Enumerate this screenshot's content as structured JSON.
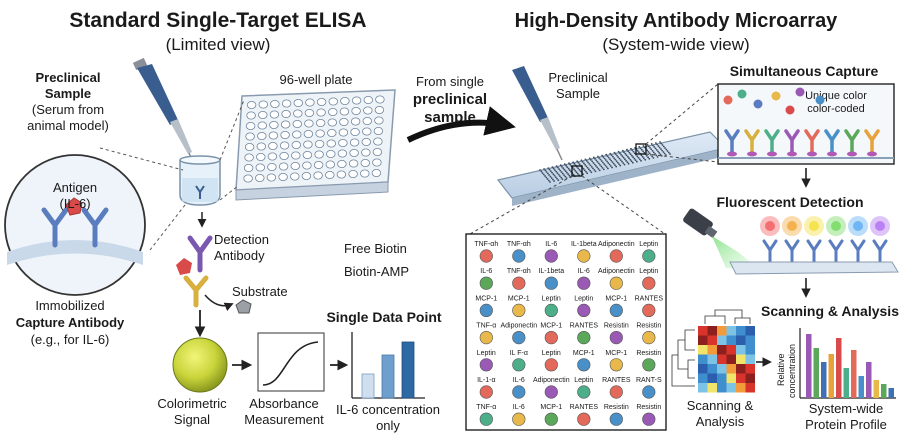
{
  "left": {
    "title": "Standard Single-Target ELISA",
    "subtitle": "(Limited view)",
    "sample_line1": "Preclinical",
    "sample_line2": "Sample",
    "sample_line3": "(Serum from",
    "sample_line4": "animal model)",
    "plate_label": "96-well plate",
    "antigen_line1": "Antigen",
    "antigen_line2": "(IL-6)",
    "detection_line1": "Detection",
    "detection_line2": "Antibody",
    "substrate": "Substrate",
    "immob_line1": "Immobilized",
    "immob_line2": "Capture Antibody",
    "immob_line3": "(e.g., for IL-6)",
    "legend_free_biotin": "Free Biotin",
    "legend_biotin_amp": "Biotin-AMP",
    "single_point": "Single Data Point",
    "colorimetric_line1": "Colorimetric",
    "colorimetric_line2": "Signal",
    "absorbance_line1": "Absorbance",
    "absorbance_line2": "Measurement",
    "il6_line1": "IL-6 concentration",
    "il6_line2": "only"
  },
  "middle": {
    "from_line1": "From single",
    "from_line2": "preclinical",
    "from_line3": "sample"
  },
  "right": {
    "title": "High-Density Antibody Microarray",
    "subtitle": "(System-wide view)",
    "sample_line1": "Preclinical",
    "sample_line2": "Sample",
    "simultaneous": "Simultaneous Capture",
    "unique_line1": "Unique color",
    "unique_line2": "color-coded",
    "fluorescent": "Fluorescent Detection",
    "scanning_title": "Scanning & Analysis",
    "scan_line1": "Scanning &",
    "scan_line2": "Analysis",
    "rel_line1": "Relative",
    "rel_line2": "concentration",
    "profile_line1": "System-wide",
    "profile_line2": "Protein Profile"
  },
  "microarray_grid": [
    [
      {
        "label": "TNF-αh",
        "color": "#e36a5a"
      },
      {
        "label": "TNF-αh",
        "color": "#4a90c8"
      },
      {
        "label": "IL-6",
        "color": "#9b59b6"
      },
      {
        "label": "IL-1beta",
        "color": "#e8b84a"
      },
      {
        "label": "Adiponectin",
        "color": "#e36a5a"
      },
      {
        "label": "Leptin",
        "color": "#4caf8a"
      }
    ],
    [
      {
        "label": "IL-6",
        "color": "#5ba85b"
      },
      {
        "label": "TNF-αh",
        "color": "#e36a5a"
      },
      {
        "label": "IL-1beta",
        "color": "#4a90c8"
      },
      {
        "label": "IL-6",
        "color": "#9b59b6"
      },
      {
        "label": "Adiponectin",
        "color": "#e8b84a"
      },
      {
        "label": "Leptin",
        "color": "#e36a5a"
      }
    ],
    [
      {
        "label": "MCP-1",
        "color": "#4a90c8"
      },
      {
        "label": "MCP-1",
        "color": "#e8b84a"
      },
      {
        "label": "Leptin",
        "color": "#4caf8a"
      },
      {
        "label": "Leptin",
        "color": "#9b59b6"
      },
      {
        "label": "MCP-1",
        "color": "#4a90c8"
      },
      {
        "label": "RANTES",
        "color": "#e36a5a"
      }
    ],
    [
      {
        "label": "TNF-α",
        "color": "#e8b84a"
      },
      {
        "label": "Adiponectin",
        "color": "#4a90c8"
      },
      {
        "label": "MCP-1",
        "color": "#e36a5a"
      },
      {
        "label": "RANTES",
        "color": "#5ba85b"
      },
      {
        "label": "Resistin",
        "color": "#9b59b6"
      },
      {
        "label": "Resistin",
        "color": "#e8b84a"
      }
    ],
    [
      {
        "label": "Leptin",
        "color": "#9b59b6"
      },
      {
        "label": "IL F-α",
        "color": "#4caf8a"
      },
      {
        "label": "Leptin",
        "color": "#e36a5a"
      },
      {
        "label": "MCP-1",
        "color": "#4a90c8"
      },
      {
        "label": "MCP-1",
        "color": "#e8b84a"
      },
      {
        "label": "Resistin",
        "color": "#5ba85b"
      }
    ],
    [
      {
        "label": "IL-1-α",
        "color": "#e36a5a"
      },
      {
        "label": "IL-6",
        "color": "#4a90c8"
      },
      {
        "label": "Adiponectin",
        "color": "#9b59b6"
      },
      {
        "label": "Leptin",
        "color": "#4caf8a"
      },
      {
        "label": "RANTES",
        "color": "#e36a5a"
      },
      {
        "label": "RANT-S",
        "color": "#4a90c8"
      }
    ],
    [
      {
        "label": "TNF-α",
        "color": "#4caf8a"
      },
      {
        "label": "IL-6",
        "color": "#e8b84a"
      },
      {
        "label": "MCP-1",
        "color": "#5ba85b"
      },
      {
        "label": "RANTES",
        "color": "#e36a5a"
      },
      {
        "label": "Resistin",
        "color": "#4a90c8"
      },
      {
        "label": "Resistin",
        "color": "#9b59b6"
      }
    ]
  ]
}
